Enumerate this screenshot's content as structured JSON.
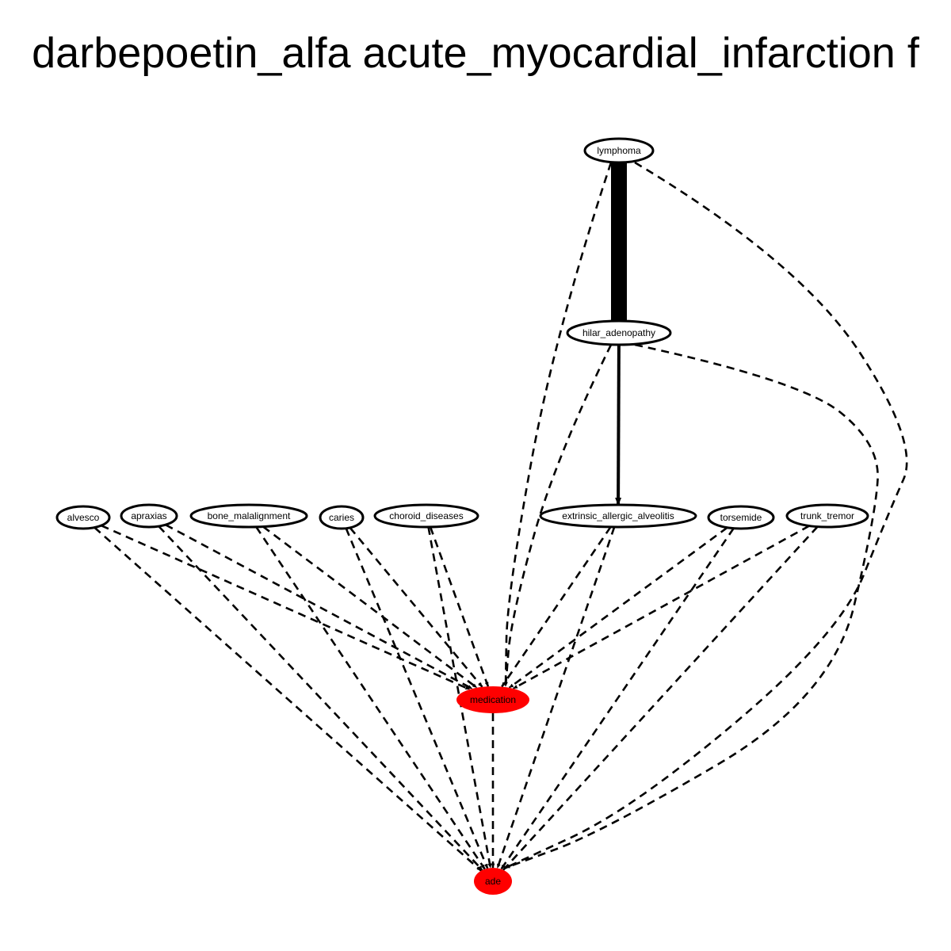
{
  "title": "darbepoetin_alfa acute_myocardial_infarction f",
  "colors": {
    "highlight": "#ff0000",
    "node_fill": "#ffffff",
    "stroke": "#000000"
  },
  "nodes": [
    {
      "id": "lymphoma",
      "label": "lymphoma",
      "highlight": false
    },
    {
      "id": "hilar_adenopathy",
      "label": "hilar_adenopathy",
      "highlight": false
    },
    {
      "id": "alvesco",
      "label": "alvesco",
      "highlight": false
    },
    {
      "id": "apraxias",
      "label": "apraxias",
      "highlight": false
    },
    {
      "id": "bone_malalignment",
      "label": "bone_malalignment",
      "highlight": false
    },
    {
      "id": "caries",
      "label": "caries",
      "highlight": false
    },
    {
      "id": "choroid_diseases",
      "label": "choroid_diseases",
      "highlight": false
    },
    {
      "id": "extrinsic_allergic_alveolitis",
      "label": "extrinsic_allergic_alveolitis",
      "highlight": false
    },
    {
      "id": "torsemide",
      "label": "torsemide",
      "highlight": false
    },
    {
      "id": "trunk_tremor",
      "label": "trunk_tremor",
      "highlight": false
    },
    {
      "id": "medication",
      "label": "medication",
      "highlight": true
    },
    {
      "id": "ade",
      "label": "ade",
      "highlight": true
    }
  ],
  "edges": [
    {
      "from": "lymphoma",
      "to": "hilar_adenopathy",
      "style": "solid",
      "weight": "heavy"
    },
    {
      "from": "hilar_adenopathy",
      "to": "extrinsic_allergic_alveolitis",
      "style": "solid",
      "weight": "medium"
    },
    {
      "from": "lymphoma",
      "to": "medication",
      "style": "dashed"
    },
    {
      "from": "lymphoma",
      "to": "ade",
      "style": "dashed"
    },
    {
      "from": "hilar_adenopathy",
      "to": "medication",
      "style": "dashed"
    },
    {
      "from": "hilar_adenopathy",
      "to": "ade",
      "style": "dashed"
    },
    {
      "from": "alvesco",
      "to": "medication",
      "style": "dashed"
    },
    {
      "from": "alvesco",
      "to": "ade",
      "style": "dashed"
    },
    {
      "from": "apraxias",
      "to": "medication",
      "style": "dashed"
    },
    {
      "from": "apraxias",
      "to": "ade",
      "style": "dashed"
    },
    {
      "from": "bone_malalignment",
      "to": "medication",
      "style": "dashed"
    },
    {
      "from": "bone_malalignment",
      "to": "ade",
      "style": "dashed"
    },
    {
      "from": "caries",
      "to": "medication",
      "style": "dashed"
    },
    {
      "from": "caries",
      "to": "ade",
      "style": "dashed"
    },
    {
      "from": "choroid_diseases",
      "to": "medication",
      "style": "dashed"
    },
    {
      "from": "choroid_diseases",
      "to": "ade",
      "style": "dashed"
    },
    {
      "from": "extrinsic_allergic_alveolitis",
      "to": "medication",
      "style": "dashed"
    },
    {
      "from": "extrinsic_allergic_alveolitis",
      "to": "ade",
      "style": "dashed"
    },
    {
      "from": "torsemide",
      "to": "medication",
      "style": "dashed"
    },
    {
      "from": "torsemide",
      "to": "ade",
      "style": "dashed"
    },
    {
      "from": "trunk_tremor",
      "to": "medication",
      "style": "dashed"
    },
    {
      "from": "trunk_tremor",
      "to": "ade",
      "style": "dashed"
    },
    {
      "from": "medication",
      "to": "ade",
      "style": "dashed"
    }
  ]
}
